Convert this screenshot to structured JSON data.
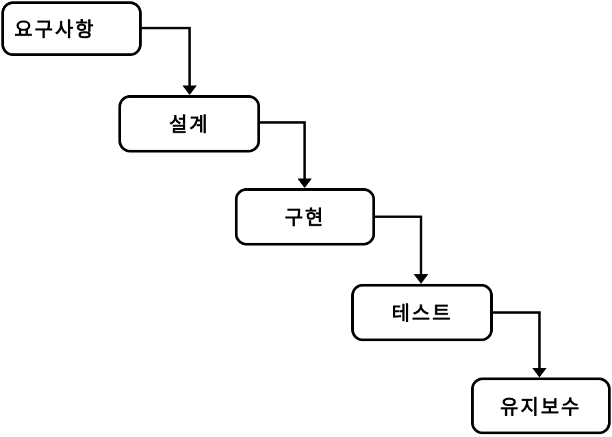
{
  "diagram": {
    "type": "flowchart",
    "layout": "waterfall-cascade-top-left-to-bottom-right",
    "nodes": [
      {
        "id": "requirements",
        "label": "요구사항"
      },
      {
        "id": "design",
        "label": "설계"
      },
      {
        "id": "implementation",
        "label": "구현"
      },
      {
        "id": "test",
        "label": "테스트"
      },
      {
        "id": "maintenance",
        "label": "유지보수"
      }
    ],
    "edges": [
      {
        "from": "요구사항",
        "to": "설계",
        "style": "elbow-right-then-down-arrow"
      },
      {
        "from": "설계",
        "to": "구현",
        "style": "elbow-right-then-down-arrow"
      },
      {
        "from": "구현",
        "to": "테스트",
        "style": "elbow-right-then-down-arrow"
      },
      {
        "from": "테스트",
        "to": "유지보수",
        "style": "elbow-right-then-down-arrow"
      }
    ],
    "colors": {
      "background": "#ffffff",
      "node_fill": "#ffffff",
      "node_border": "#000000",
      "text": "#000000",
      "arrow": "#000000"
    }
  }
}
